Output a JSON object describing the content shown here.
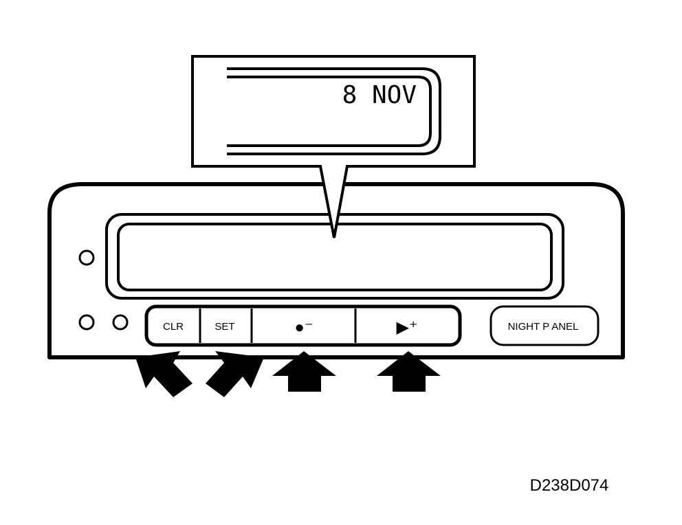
{
  "display": {
    "lcd_text": "8 NOV"
  },
  "buttons": {
    "clr": "CLR",
    "set": "SET",
    "minus": "●⁻",
    "plus": "▶⁺",
    "night_panel": "NIGHT P ANEL"
  },
  "figure_code": "D238D074"
}
